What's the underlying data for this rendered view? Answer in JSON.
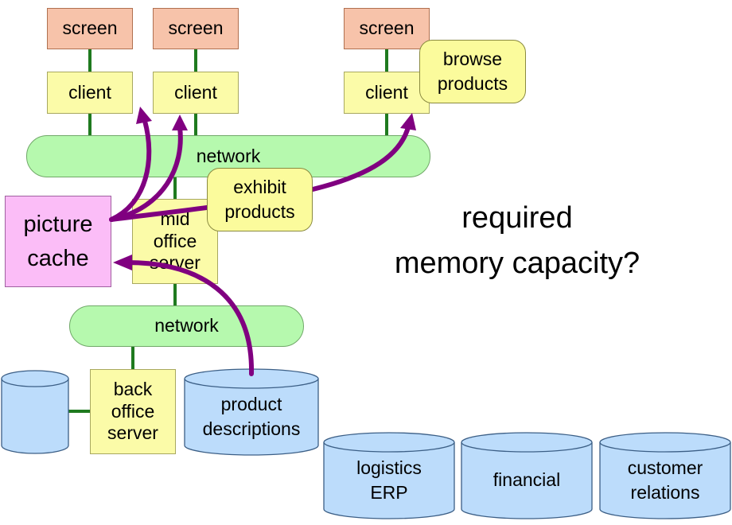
{
  "screens": [
    "screen",
    "screen",
    "screen"
  ],
  "clients": [
    "client",
    "client",
    "client"
  ],
  "networks": {
    "top": "network",
    "bottom": "network"
  },
  "mid_office_server": "mid\noffice\nserver",
  "back_office_server": "back\noffice\nserver",
  "picture_cache": "picture\ncache",
  "callouts": {
    "browse": "browse\nproducts",
    "exhibit": "exhibit\nproducts"
  },
  "databases": {
    "unlabeled": "",
    "product_descriptions": "product\ndescriptions",
    "logistics": "logistics\nERP",
    "financial": "financial",
    "customer": "customer\nrelations"
  },
  "question": "required\nmemory capacity?",
  "colors": {
    "screen": "#f7c3aa",
    "client": "#fbfba8",
    "network": "#b6f9ae",
    "cache": "#fbbdf7",
    "database": "#bcdcfb",
    "connector": "#1f7a1f",
    "flow_arrow": "#800080"
  }
}
